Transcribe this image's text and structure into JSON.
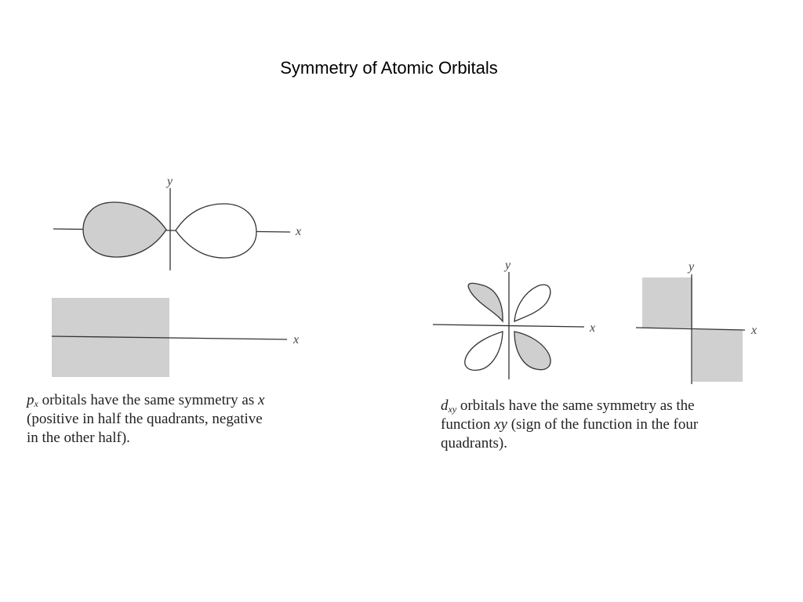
{
  "title": "Symmetry of Atomic Orbitals",
  "px_figure": {
    "orbital_x_label": "x",
    "orbital_y_label": "y",
    "function_x_label": "x",
    "caption": {
      "symbol": "p",
      "subscript": "x",
      "line1_rest": " orbitals have the same symmetry as ",
      "line1_var": "x",
      "line2": "(positive in half the quadrants, negative",
      "line3": "in the other half)."
    }
  },
  "dxy_figure": {
    "orbital_x_label": "x",
    "orbital_y_label": "y",
    "function_x_label": "x",
    "function_y_label": "y",
    "caption": {
      "symbol": "d",
      "subscript": "xy",
      "line1_rest": " orbitals have the same symmetry as the",
      "line2_pre": "function ",
      "line2_var": "xy",
      "line2_rest": " (sign of the function in the four",
      "line3": "quadrants)."
    }
  },
  "colors": {
    "shaded": "#cfcfcf",
    "line": "#333333",
    "text": "#222222"
  }
}
